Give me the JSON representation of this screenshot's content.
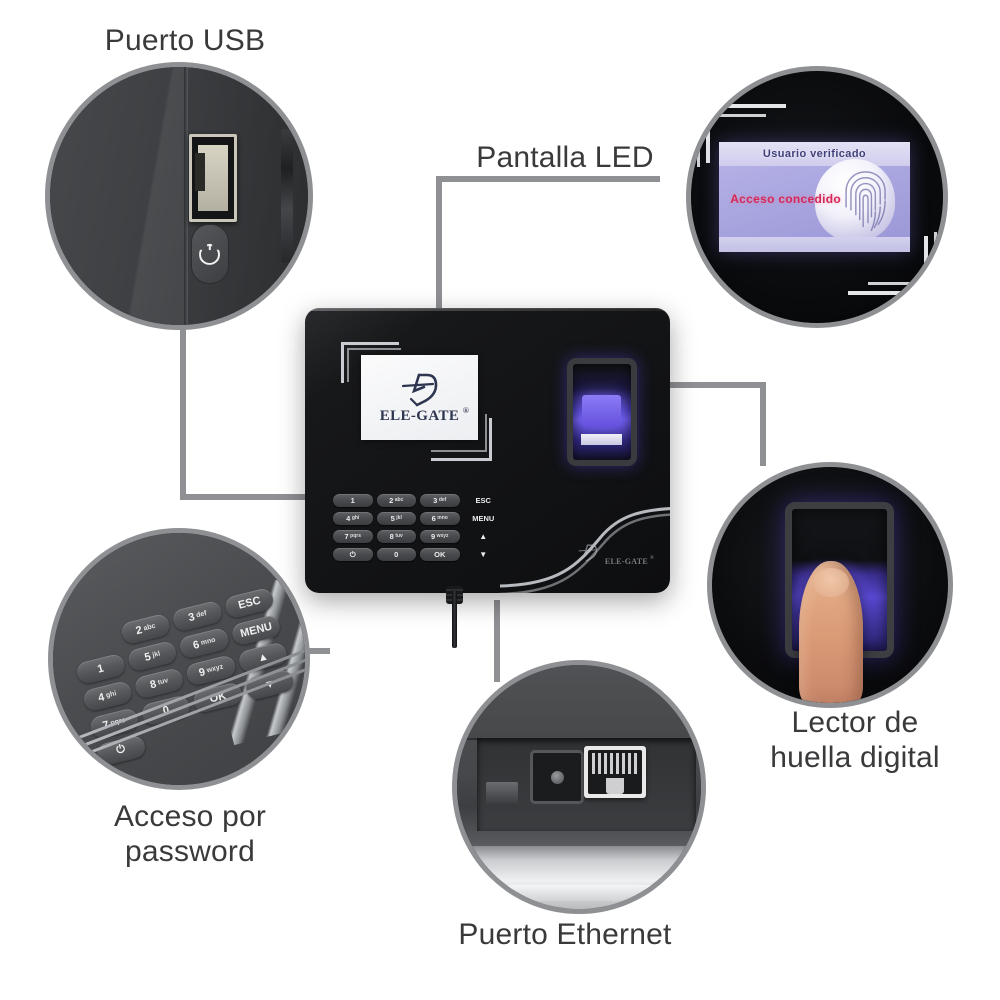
{
  "page": {
    "title": "ELE-GATE Biometric Time Attendance Terminal - Feature Callouts",
    "background_color": "#ffffff",
    "line_color": "#8e9093",
    "caption_color": "#3a3a3c"
  },
  "callouts": [
    {
      "id": "usb",
      "caption": "Puerto USB",
      "icon": "usb-port-icon",
      "detail_parts": [
        "usb-a-port",
        "power-button"
      ]
    },
    {
      "id": "led",
      "caption": "Pantalla LED",
      "icon": "led-screen-icon",
      "screen": {
        "header": "Usuario verificado",
        "message": "Acceso concedido",
        "graphic": "fingerprint-graphic"
      }
    },
    {
      "id": "password",
      "caption": "Acceso por\npassword",
      "icon": "keypad-icon"
    },
    {
      "id": "fingerprint",
      "caption": "Lector de\nhuella digital",
      "icon": "fingerprint-reader-icon"
    },
    {
      "id": "ethernet",
      "caption": "Puerto Ethernet",
      "icon": "rj45-icon",
      "detail_parts": [
        "dc-power-jack",
        "rj45-ethernet-jack"
      ]
    }
  ],
  "device": {
    "brand": "ELE-GATE",
    "trademark": "®",
    "screen_logo_text": "ELE-GATE",
    "body_logo_text": "ELE-GATE",
    "keypad": {
      "rows": [
        [
          {
            "main": "1",
            "sub": ""
          },
          {
            "main": "2",
            "sub": "abc"
          },
          {
            "main": "3",
            "sub": "def"
          },
          {
            "main": "ESC",
            "sub": ""
          }
        ],
        [
          {
            "main": "4",
            "sub": "ghi"
          },
          {
            "main": "5",
            "sub": "jkl"
          },
          {
            "main": "6",
            "sub": "mno"
          },
          {
            "main": "MENU",
            "sub": ""
          }
        ],
        [
          {
            "main": "7",
            "sub": "pqrs"
          },
          {
            "main": "8",
            "sub": "tuv"
          },
          {
            "main": "9",
            "sub": "wxyz"
          },
          {
            "main": "▲",
            "sub": ""
          }
        ],
        [
          {
            "main": "⏻",
            "sub": ""
          },
          {
            "main": "0",
            "sub": ""
          },
          {
            "main": "OK",
            "sub": ""
          },
          {
            "main": "▼",
            "sub": ""
          }
        ]
      ]
    }
  }
}
